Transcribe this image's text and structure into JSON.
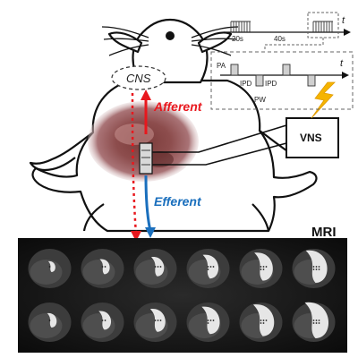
{
  "labels": {
    "cns": "CNS",
    "afferent": "Afferent",
    "efferent": "Efferent",
    "vns": "VNS",
    "mri": "MRI",
    "on_duration": "20s",
    "off_duration": "40s",
    "time_axis_top": "t",
    "time_axis_bottom": "t",
    "pulse_amplitude": "PA",
    "interphase_delay_1": "IPD",
    "interphase_delay_2": "IPD",
    "pulse_width": "PW"
  },
  "colors": {
    "afferent": "#e8171d",
    "efferent": "#1a6fbd",
    "lightning": "#f5b400",
    "outline": "#111111"
  },
  "mri_grid": {
    "rows": 2,
    "columns": 6
  }
}
